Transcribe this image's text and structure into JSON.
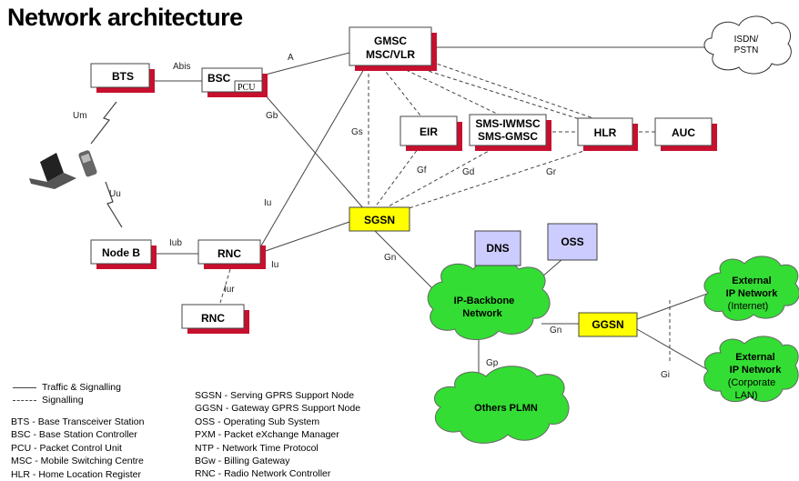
{
  "title": "Network architecture",
  "colors": {
    "shadow": "#c8102e",
    "sgsn_fill": "#ffff00",
    "server_fill": "#ccccff",
    "cloud_fill": "#33dd33"
  },
  "nodes": {
    "bts": "BTS",
    "bsc": "BSC",
    "pcu": "PCU",
    "gmsc_line1": "GMSC",
    "gmsc_line2": "MSC/VLR",
    "eir": "EIR",
    "sms_line1": "SMS-IWMSC",
    "sms_line2": "SMS-GMSC",
    "hlr": "HLR",
    "auc": "AUC",
    "sgsn": "SGSN",
    "node_b": "Node B",
    "rnc": "RNC",
    "rnc2": "RNC",
    "dns": "DNS",
    "oss": "OSS",
    "ggsn": "GGSN"
  },
  "clouds": {
    "isdn_line1": "ISDN/",
    "isdn_line2": "PSTN",
    "ipbb_line1": "IP-Backbone",
    "ipbb_line2": "Network",
    "ext1_line1": "External",
    "ext1_line2": "IP Network",
    "ext1_line3": "(Internet)",
    "ext2_line1": "External",
    "ext2_line2": "IP Network",
    "ext2_line3": "(Corporate",
    "ext2_line4": "LAN)",
    "plmn": "Others PLMN"
  },
  "interfaces": {
    "abis": "Abis",
    "a": "A",
    "um": "Um",
    "gb": "Gb",
    "gs": "Gs",
    "uu": "Uu",
    "gf": "Gf",
    "gd": "Gd",
    "gr": "Gr",
    "iu1": "Iu",
    "iu2": "Iu",
    "iub": "Iub",
    "iur": "Iur",
    "gn1": "Gn",
    "gn2": "Gn",
    "gp": "Gp",
    "gi": "Gi"
  },
  "legend": {
    "traffic": "Traffic & Signalling",
    "signalling": "Signalling",
    "left": [
      "BTS - Base Transceiver Station",
      "BSC - Base Station Controller",
      "PCU - Packet Control Unit",
      "MSC - Mobile Switching  Centre",
      "HLR - Home Location Register"
    ],
    "right": [
      "SGSN - Serving GPRS Support Node",
      "GGSN - Gateway GPRS Support Node",
      "OSS - Operating Sub System",
      "PXM - Packet eXchange Manager",
      "NTP - Network Time Protocol",
      "BGw - Billing Gateway",
      "RNC - Radio Network Controller"
    ]
  }
}
